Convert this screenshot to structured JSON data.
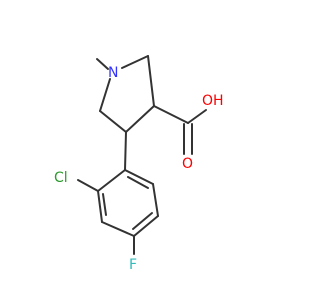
{
  "molecule": {
    "atoms": {
      "nitrogen": {
        "label": "N",
        "color": "#3333ff"
      },
      "methyl_carbon": {
        "label": ""
      },
      "hydroxyl": {
        "label": "OH",
        "color": "#ff0000"
      },
      "carbonyl_oxygen": {
        "label": "O",
        "color": "#ff0000"
      },
      "chlorine": {
        "label": "Cl",
        "color": "#2e9b2e"
      },
      "fluorine": {
        "label": "F",
        "color": "#33bbbb"
      }
    },
    "bond_color": "#333333"
  }
}
